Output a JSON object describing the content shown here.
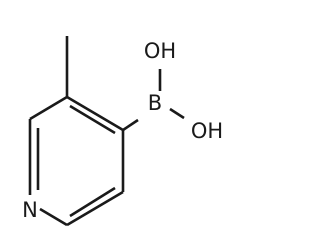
{
  "molecule": {
    "atoms": {
      "nitrogen": "N",
      "boron": "B",
      "hydroxyl_top": "OH",
      "hydroxyl_right": "OH"
    },
    "colors": {
      "bond": "#1a1a1a",
      "label": "#1a1a1a",
      "background": "#ffffff"
    }
  }
}
